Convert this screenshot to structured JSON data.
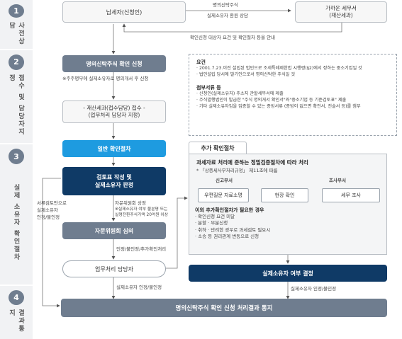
{
  "stages": [
    {
      "num": "1",
      "label": "사전상담"
    },
    {
      "num": "2",
      "label": "접수 및 담당자지정"
    },
    {
      "num": "3",
      "label": "실제 소유자 확인절차"
    },
    {
      "num": "4",
      "label": "결과통지"
    }
  ],
  "top": {
    "taxpayer": "납세자(신청인)",
    "tax_office": "가까운 세무서\n(재산세과)",
    "arrow_top_label": "명의신탁주식",
    "arrow_bottom_label": "실제소유자 환원 상담",
    "guide_label": "확인신청 대상자 요건 및 확인절차 등을 안내"
  },
  "apply": {
    "title": "명의신탁주식 확인 신청",
    "note": "※주주명부에 실제소유자로 명의개서 후 신청"
  },
  "receipt": {
    "line1": "- 재산세과(접수담당) 접수 -",
    "line2": "(업무처리 담당자 지정)"
  },
  "requirements": {
    "title": "요건",
    "items": [
      "2001.7.23.이전 설립된 법인으로 조세특례제한법 시행령(§2)에서 정하는 중소기업일 것",
      "법인설립 당시에 발기인으로서 명의신탁한 주식일 것"
    ],
    "docs_title": "첨부서류 등",
    "docs": [
      "신청인(실제소유자) 주소지 관할세무서에 제출",
      "주식발행법인이 발급한 \"주식 명의개서 확인서\"와\"중소기업 등 기준검토표\" 제출",
      "기타 실제소유자임을 입증할 수 있는 증빙서류 (증빙이 없으면 확인서, 진술서 등)를 첨부"
    ]
  },
  "general": {
    "label": "일반 확인절차"
  },
  "review": {
    "line1": "검토표 작성 및",
    "line2": "실제소유자 판정"
  },
  "left_note": {
    "lines": [
      "서류검토만으로",
      "실제소유자",
      "인정/불인정"
    ]
  },
  "committee_note": {
    "lines": [
      "자문위원회 상정",
      "※실제소유자 여부 불분명 또는",
      "실명전환주식가액 20억원 이상"
    ]
  },
  "committee": {
    "label": "자문위원회 심의"
  },
  "committee_result": "인정/불인정/추가확인처리",
  "handler": {
    "label": "업무처리 담당자"
  },
  "handler_result": "실제소유자 인정/불인정",
  "extra": {
    "tab": "추가 확인절차",
    "title": "과세자료 처리에 준하는 정밀검증절차에 따라 처리",
    "sub": "* 「상증세사무처리규정」 제11조에 따름",
    "dept1": "신고부서",
    "dept2": "조사부서",
    "step1": "우편질문 자료소명",
    "step2": "현장 확인",
    "step3": "세무 조사",
    "cases_title": "이외 추가확인절차가 필요한 경우",
    "cases": [
      "확인신청 요건 미달",
      "분할 · 부분신청",
      "취하 · 반려한 경우로 과세검토 필요시",
      "소송 등 권리관계 변동으로 신청"
    ]
  },
  "decision": {
    "label": "실제소유자 여부 결정"
  },
  "decision_result": "실제소유자 인정/불인정",
  "final": {
    "label": "명의신탁주식 확인 신청 처리결과 통지"
  }
}
